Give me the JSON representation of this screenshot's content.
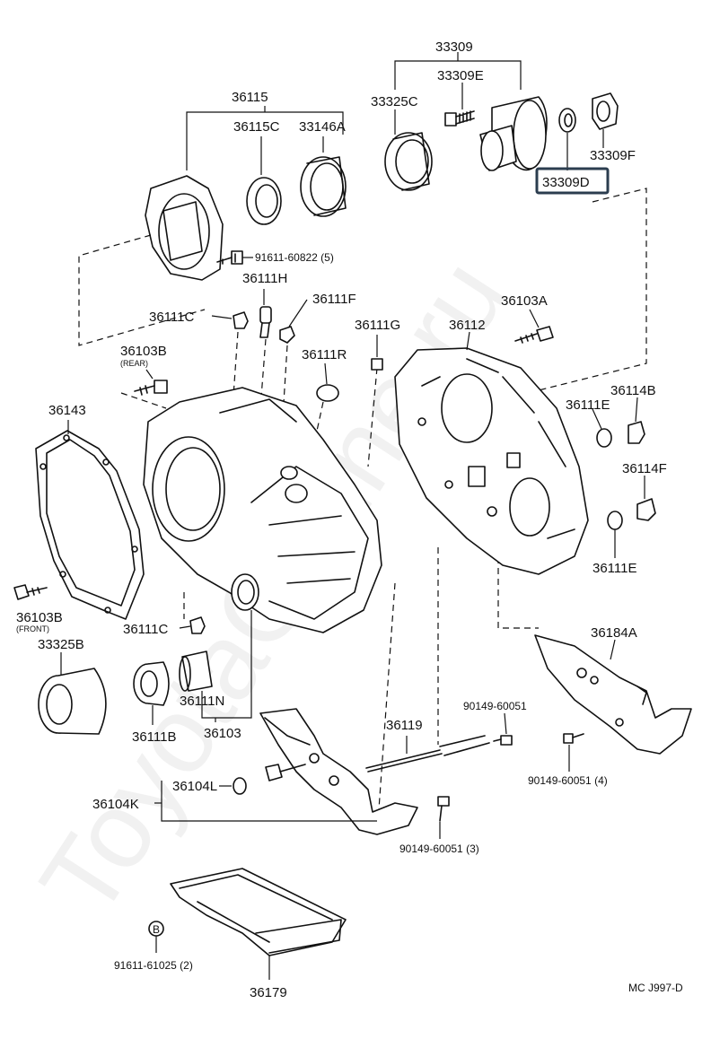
{
  "watermark": "ToyotaOnline.ru",
  "diagram_code": "MC J997-D",
  "parts": {
    "p33309": "33309",
    "p33309e": "33309E",
    "p33325c": "33325C",
    "p33309f": "33309F",
    "p33309d": "33309D",
    "p36115": "36115",
    "p36115c": "36115C",
    "p33146a": "33146A",
    "p91611_60822": "91611-60822 (5)",
    "p36111h": "36111H",
    "p36111c_top": "36111C",
    "p36111f": "36111F",
    "p36103a": "36103A",
    "p36111g": "36111G",
    "p36112": "36112",
    "p36103b_rear": "36103B",
    "rear_note": "(REAR)",
    "p36111r": "36111R",
    "p36143": "36143",
    "p36114b": "36114B",
    "p36111e_top": "36111E",
    "p36114f": "36114F",
    "p36111e_bot": "36111E",
    "p36103b_front": "36103B",
    "front_note": "(FRONT)",
    "p36111c_bot": "36111C",
    "p33325b": "33325B",
    "p36184a": "36184A",
    "p36111n": "36111N",
    "p36111b": "36111B",
    "p36103": "36103",
    "p90149_60051": "90149-60051",
    "p36119": "36119",
    "p90149_60051_4": "90149-60051 (4)",
    "p36104l": "36104L",
    "p36104k": "36104K",
    "p90149_60051_3": "90149-60051 (3)",
    "bolt_mark": "B",
    "p91611_61025": "91611-61025 (2)",
    "p36179": "36179"
  }
}
